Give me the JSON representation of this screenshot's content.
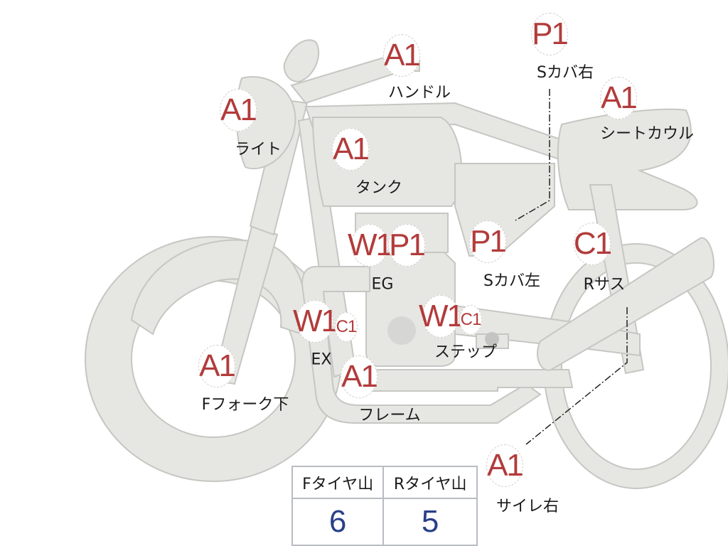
{
  "colors": {
    "body": "#e6e6e3",
    "outline": "#c6c6c2",
    "badge_text": "#b23b3b",
    "value_text": "#2a3f8a"
  },
  "badges": [
    {
      "id": "handle",
      "code": "A1",
      "size": "big"
    },
    {
      "id": "s-cover-right",
      "code": "P1",
      "size": "big"
    },
    {
      "id": "light",
      "code": "A1",
      "size": "big"
    },
    {
      "id": "seat-cowl",
      "code": "A1",
      "size": "big"
    },
    {
      "id": "tank",
      "code": "A1",
      "size": "big"
    },
    {
      "id": "engine-w",
      "code": "W1",
      "size": "big"
    },
    {
      "id": "engine-p",
      "code": "P1",
      "size": "big"
    },
    {
      "id": "s-cover-left",
      "code": "P1",
      "size": "big"
    },
    {
      "id": "rear-suspension",
      "code": "C1",
      "size": "big"
    },
    {
      "id": "exhaust-w",
      "code": "W1",
      "size": "big"
    },
    {
      "id": "exhaust-c",
      "code": "C1",
      "size": "small"
    },
    {
      "id": "step-w",
      "code": "W1",
      "size": "big"
    },
    {
      "id": "step-c",
      "code": "C1",
      "size": "small"
    },
    {
      "id": "front-fork-lower",
      "code": "A1",
      "size": "big"
    },
    {
      "id": "frame",
      "code": "A1",
      "size": "big"
    },
    {
      "id": "silencer-right",
      "code": "A1",
      "size": "big"
    }
  ],
  "labels": {
    "handle": "ハンドル",
    "s_cover_right": "Sカバ右",
    "light": "ライト",
    "seat_cowl": "シートカウル",
    "tank": "タンク",
    "engine": "EG",
    "s_cover_left": "Sカバ左",
    "rear_suspension": "Rサス",
    "exhaust": "EX",
    "step": "ステップ",
    "front_fork_lower": "Fフォーク下",
    "frame": "フレーム",
    "silencer_right": "サイレ右"
  },
  "tire_table": {
    "headers": [
      "Fタイヤ山",
      "Rタイヤ山"
    ],
    "values": [
      "6",
      "5"
    ]
  }
}
